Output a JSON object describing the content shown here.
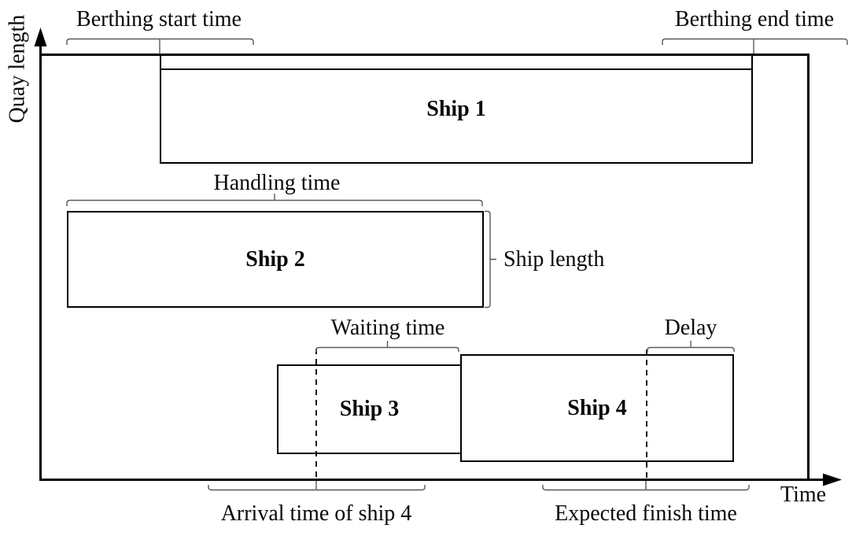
{
  "axes": {
    "y_label": "Quay length",
    "x_label": "Time"
  },
  "ships": [
    {
      "label": "Ship 1"
    },
    {
      "label": "Ship 2"
    },
    {
      "label": "Ship 3"
    },
    {
      "label": "Ship 4"
    }
  ],
  "annotations": {
    "berthing_start_time": "Berthing start time",
    "berthing_end_time": "Berthing end time",
    "handling_time": "Handling time",
    "ship_length": "Ship length",
    "waiting_time": "Waiting time",
    "delay": "Delay",
    "arrival_time_of_ship_4": "Arrival time of ship 4",
    "expected_finish_time": "Expected finish time"
  },
  "colors": {
    "ink": "#000000",
    "bracket": "#595959",
    "background": "#ffffff",
    "text": "#0a0a0a"
  }
}
